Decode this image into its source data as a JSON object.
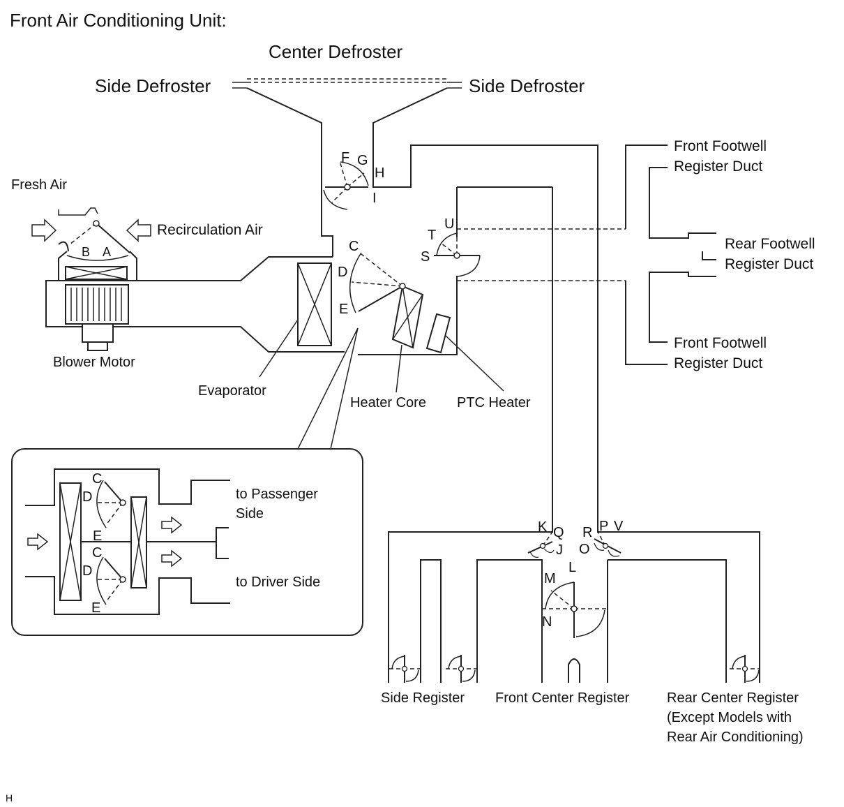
{
  "title": "Front Air Conditioning Unit:",
  "footer": "H",
  "ducts": {
    "center_defroster": "Center Defroster",
    "side_defroster_left": "Side Defroster",
    "side_defroster_right": "Side Defroster",
    "front_footwell_top_1": "Front Footwell",
    "front_footwell_top_2": "Register Duct",
    "rear_footwell_1": "Rear Footwell",
    "rear_footwell_2": "Register Duct",
    "front_footwell_bottom_1": "Front Footwell",
    "front_footwell_bottom_2": "Register Duct"
  },
  "components": {
    "fresh_air": "Fresh Air",
    "recirculation_air": "Recirculation Air",
    "blower_motor": "Blower Motor",
    "evaporator": "Evaporator",
    "heater_core": "Heater Core",
    "ptc_heater": "PTC Heater"
  },
  "registers": {
    "side": "Side Register",
    "front_center": "Front Center Register",
    "rear_center_1": "Rear Center Register",
    "rear_center_2": "(Except Models with",
    "rear_center_3": "Rear Air Conditioning)"
  },
  "inset": {
    "passenger_1": "to Passenger",
    "passenger_2": "Side",
    "driver": "to Driver Side"
  },
  "damper_letters": {
    "a": "A",
    "b": "B",
    "c": "C",
    "d": "D",
    "e": "E",
    "f": "F",
    "g": "G",
    "h": "H",
    "i": "I",
    "j": "J",
    "k": "K",
    "l": "L",
    "m": "M",
    "n": "N",
    "o": "O",
    "p": "P",
    "q": "Q",
    "r": "R",
    "s": "S",
    "t": "T",
    "u": "U",
    "v": "V"
  }
}
